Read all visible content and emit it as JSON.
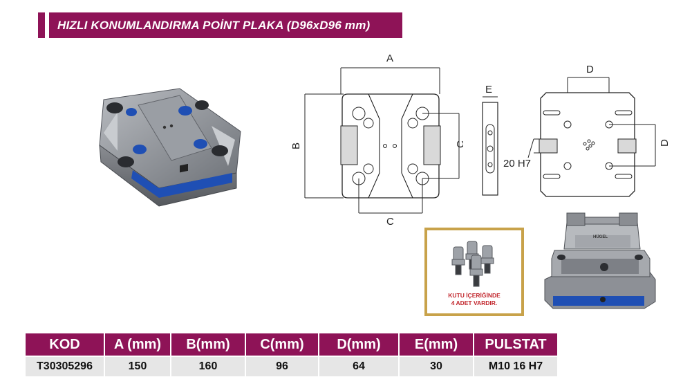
{
  "title": "HIZLI KONUMLANDIRMA POİNT PLAKA  (D96xD96 mm)",
  "drawing_labels": {
    "a": "A",
    "b": "B",
    "c_right": "C",
    "c_bottom": "C",
    "e": "E",
    "d_top": "D",
    "d_right": "D",
    "hole_fit": "20 H7"
  },
  "kit_box": {
    "caption_line1": "KUTU İÇERİĞİNDE",
    "caption_line2": "4 ADET VARDIR."
  },
  "vise_photo": {
    "brand": "HÜGEL"
  },
  "spec_table": {
    "headers": [
      "KOD",
      "A (mm)",
      "B(mm)",
      "C(mm)",
      "D(mm)",
      "E(mm)",
      "PULSTAT"
    ],
    "rows": [
      [
        "T30305296",
        "150",
        "160",
        "96",
        "64",
        "30",
        "M10 16 H7"
      ]
    ]
  },
  "colors": {
    "accent": "#8e1357",
    "kit_border": "#c8a24a",
    "kit_caption": "#c2272d",
    "plate_blue": "#1f4fb4"
  }
}
